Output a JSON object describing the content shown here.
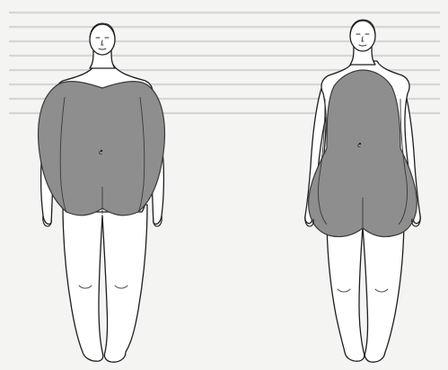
{
  "figures": [
    {
      "name": "apple-shape-figure",
      "centroid_label": "c"
    },
    {
      "name": "pear-shape-figure",
      "centroid_label": "c"
    }
  ],
  "colors": {
    "background": "#f4f4f2",
    "outline": "#1e1e1e",
    "fat_fill": "#8e8e8e"
  }
}
